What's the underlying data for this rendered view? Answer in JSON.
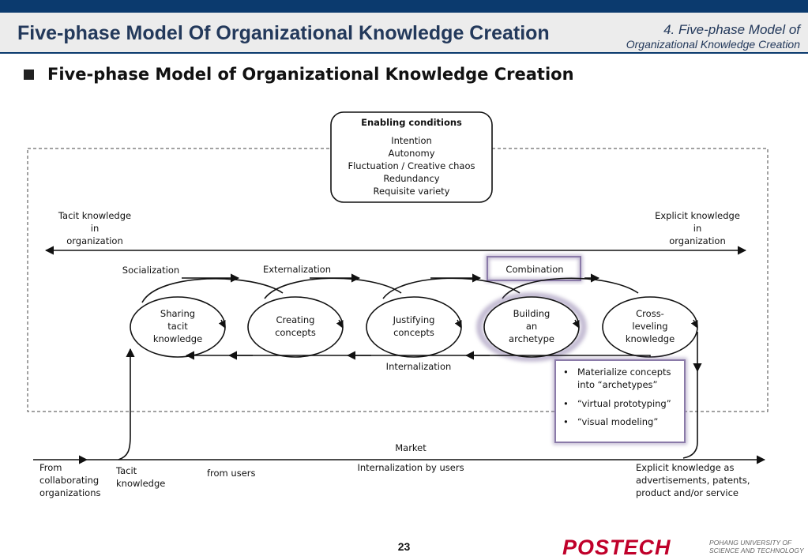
{
  "header": {
    "title": "Five-phase Model Of Organizational Knowledge Creation",
    "section_line1": "4. Five-phase Model of",
    "section_line2": "Organizational Knowledge Creation"
  },
  "subtitle": "Five-phase Model of Organizational Knowledge Creation",
  "enabling": {
    "title": "Enabling conditions",
    "items": [
      "Intention",
      "Autonomy",
      "Fluctuation / Creative chaos",
      "Redundancy",
      "Requisite variety"
    ]
  },
  "left_label": [
    "Tacit knowledge",
    "in",
    "organization"
  ],
  "right_label": [
    "Explicit knowledge",
    "in",
    "organization"
  ],
  "modes": {
    "socialization": "Socialization",
    "externalization": "Externalization",
    "combination": "Combination",
    "internalization": "Internalization"
  },
  "phases": [
    [
      "Sharing",
      "tacit",
      "knowledge"
    ],
    [
      "Creating",
      "concepts"
    ],
    [
      "Justifying",
      "concepts"
    ],
    [
      "Building",
      "an",
      "archetype"
    ],
    [
      "Cross-",
      "leveling",
      "knowledge"
    ]
  ],
  "archetype_notes": [
    "Materialize concepts",
    "into “archetypes”",
    "“virtual prototyping”",
    "“visual modeling”"
  ],
  "market": {
    "label": "Market",
    "from": [
      "From",
      "collaborating",
      "organizations"
    ],
    "tacit": [
      "Tacit",
      "knowledge"
    ],
    "from_users": "from users",
    "internalization_users": "Internalization by users",
    "explicit": [
      "Explicit knowledge as",
      "advertisements, patents,",
      "product and/or service"
    ]
  },
  "page_number": "23",
  "logo": {
    "name": "POSTECH",
    "sub1": "POHANG UNIVERSITY OF",
    "sub2": "SCIENCE AND TECHNOLOGY"
  },
  "colors": {
    "brand_navy": "#0b3a6e",
    "title_text": "#23395b",
    "highlight_purple": "#8a7aa8",
    "logo_red": "#c0002a"
  }
}
